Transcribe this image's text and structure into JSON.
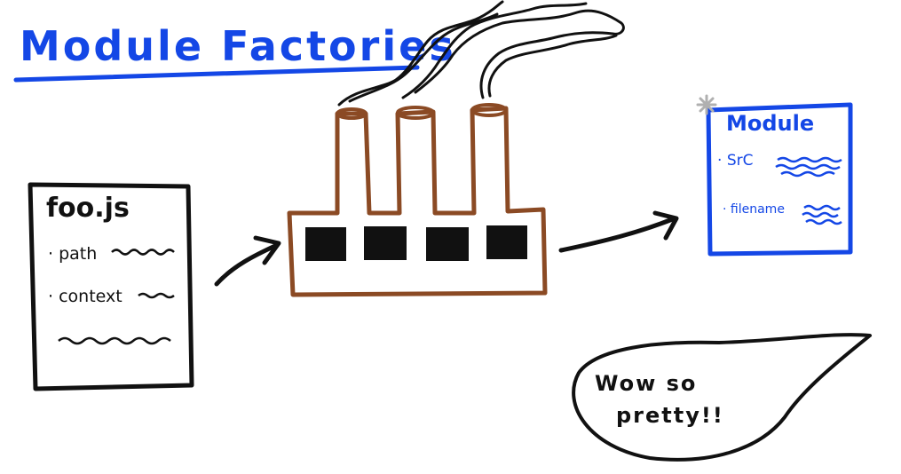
{
  "title": "Module Factories",
  "source_file": {
    "name": "foo.js",
    "fields": [
      "path",
      "context"
    ]
  },
  "module": {
    "title": "Module",
    "fields": [
      "SrC",
      "filename"
    ]
  },
  "speech_bubble": {
    "line1": "Wow so",
    "line2": "pretty!!"
  },
  "colors": {
    "title_blue": "#1447e6",
    "factory_brown": "#8b4a24",
    "ink_black": "#111111",
    "spark_gray": "#b0b0b0"
  }
}
